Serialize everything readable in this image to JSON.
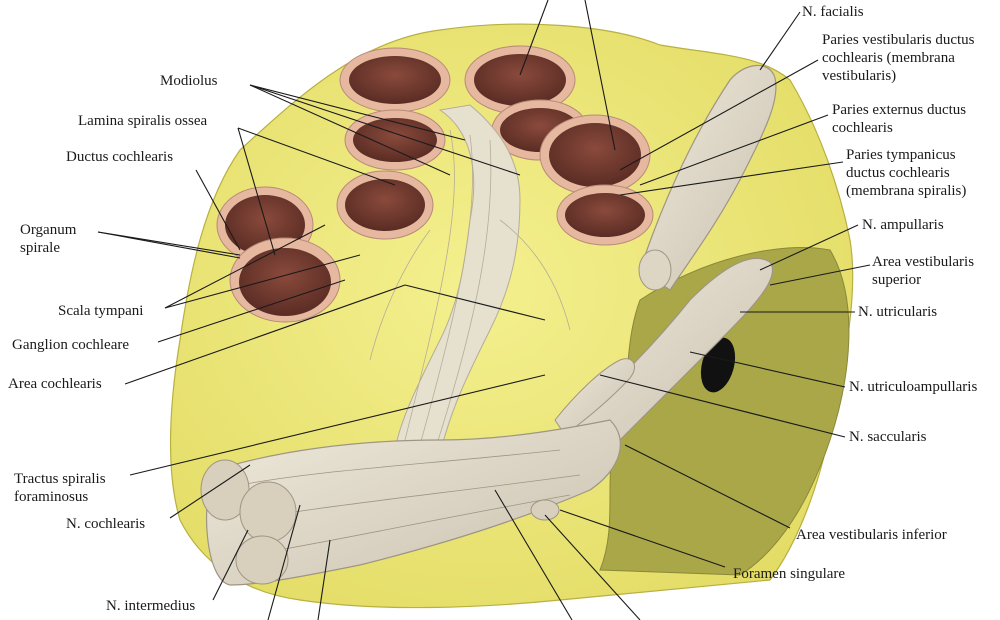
{
  "labels": {
    "n_facialis": "N. facialis",
    "paries_vestibularis": "Paries vestibularis ductus\ncochlearis (membrana\nvestibularis)",
    "paries_externus": "Paries externus ductus\ncochlearis",
    "paries_tympanicus": "Paries tympanicus\nductus cochlearis\n(membrana spiralis)",
    "n_ampullaris": "N. ampullaris",
    "area_vestibularis_superior": "Area vestibularis\nsuperior",
    "n_utricularis": "N. utricularis",
    "n_utriculoampullaris": "N. utriculoampullaris",
    "n_saccularis": "N. saccularis",
    "area_vestibularis_inferior": "Area vestibularis inferior",
    "foramen_singulare": "Foramen singulare",
    "modiolus": "Modiolus",
    "lamina_spiralis_ossea": "Lamina spiralis ossea",
    "ductus_cochlearis": "Ductus cochlearis",
    "organum_spirale": "Organum\nspirale",
    "scala_tympani": "Scala tympani",
    "ganglion_cochleare": "Ganglion cochleare",
    "area_cochlearis": "Area cochlearis",
    "tractus_spiralis": "Tractus spiralis\nforaminosus",
    "n_cochlearis": "N. cochlearis",
    "n_intermedius": "N. intermedius"
  },
  "colors": {
    "bone": "#ece67a",
    "bone_shadow": "#c9c24a",
    "cavity": "#6e3a30",
    "cavity_light": "#9a5e4e",
    "mucosa": "#e8c2b0",
    "nerve": "#e2dccd",
    "nerve_dark": "#b9b0a0",
    "inner_wall": "#a8a648"
  }
}
